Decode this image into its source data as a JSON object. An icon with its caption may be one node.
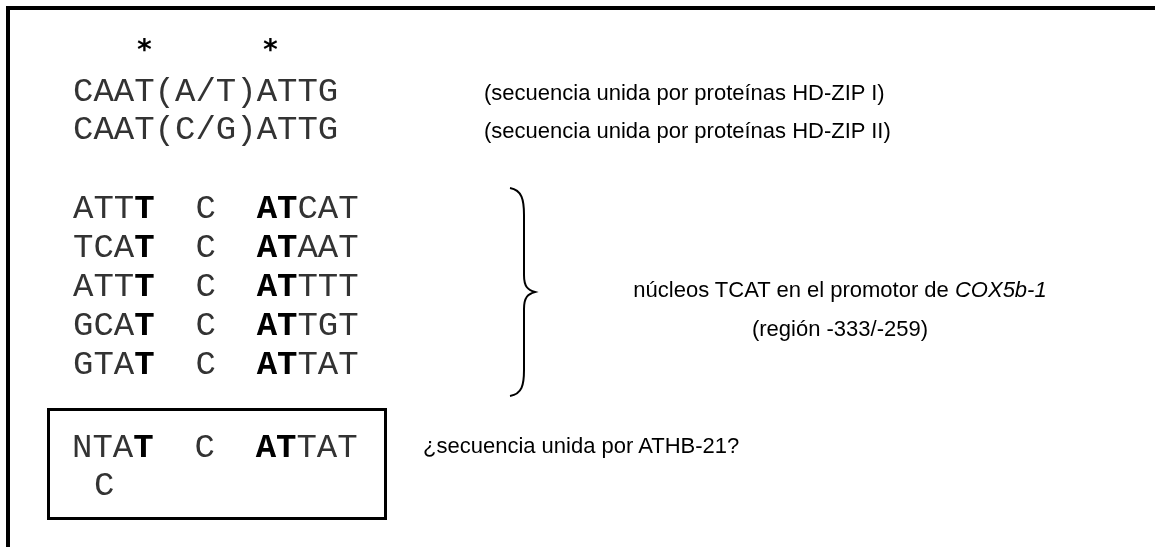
{
  "diagram": {
    "nodes": [
      {
        "text": [
          "NTA**T** C **AT**TAT",
          "C"
        ],
        "beside": [
          "¿secuencia unida por ATHB-21?"
        ]
      }
    ],
    "labels": [
      "*",
      "*",
      "CAAT(A/T)ATTG",
      "(secuencia unida por proteínas HD-ZIP I)",
      "CAAT(C/G)ATTG",
      "(secuencia unida por proteínas HD-ZIP II)",
      "ATT**T** C **AT**CAT",
      "TCA**T** C **AT**AAT",
      "ATT**T** C **AT**TTT",
      "GCA**T** C **AT**TGT",
      "GTA**T** C **AT**TAT",
      "núcleos TCAT en el promotor de *COX5b-1*",
      "(región -333/-259)"
    ]
  }
}
